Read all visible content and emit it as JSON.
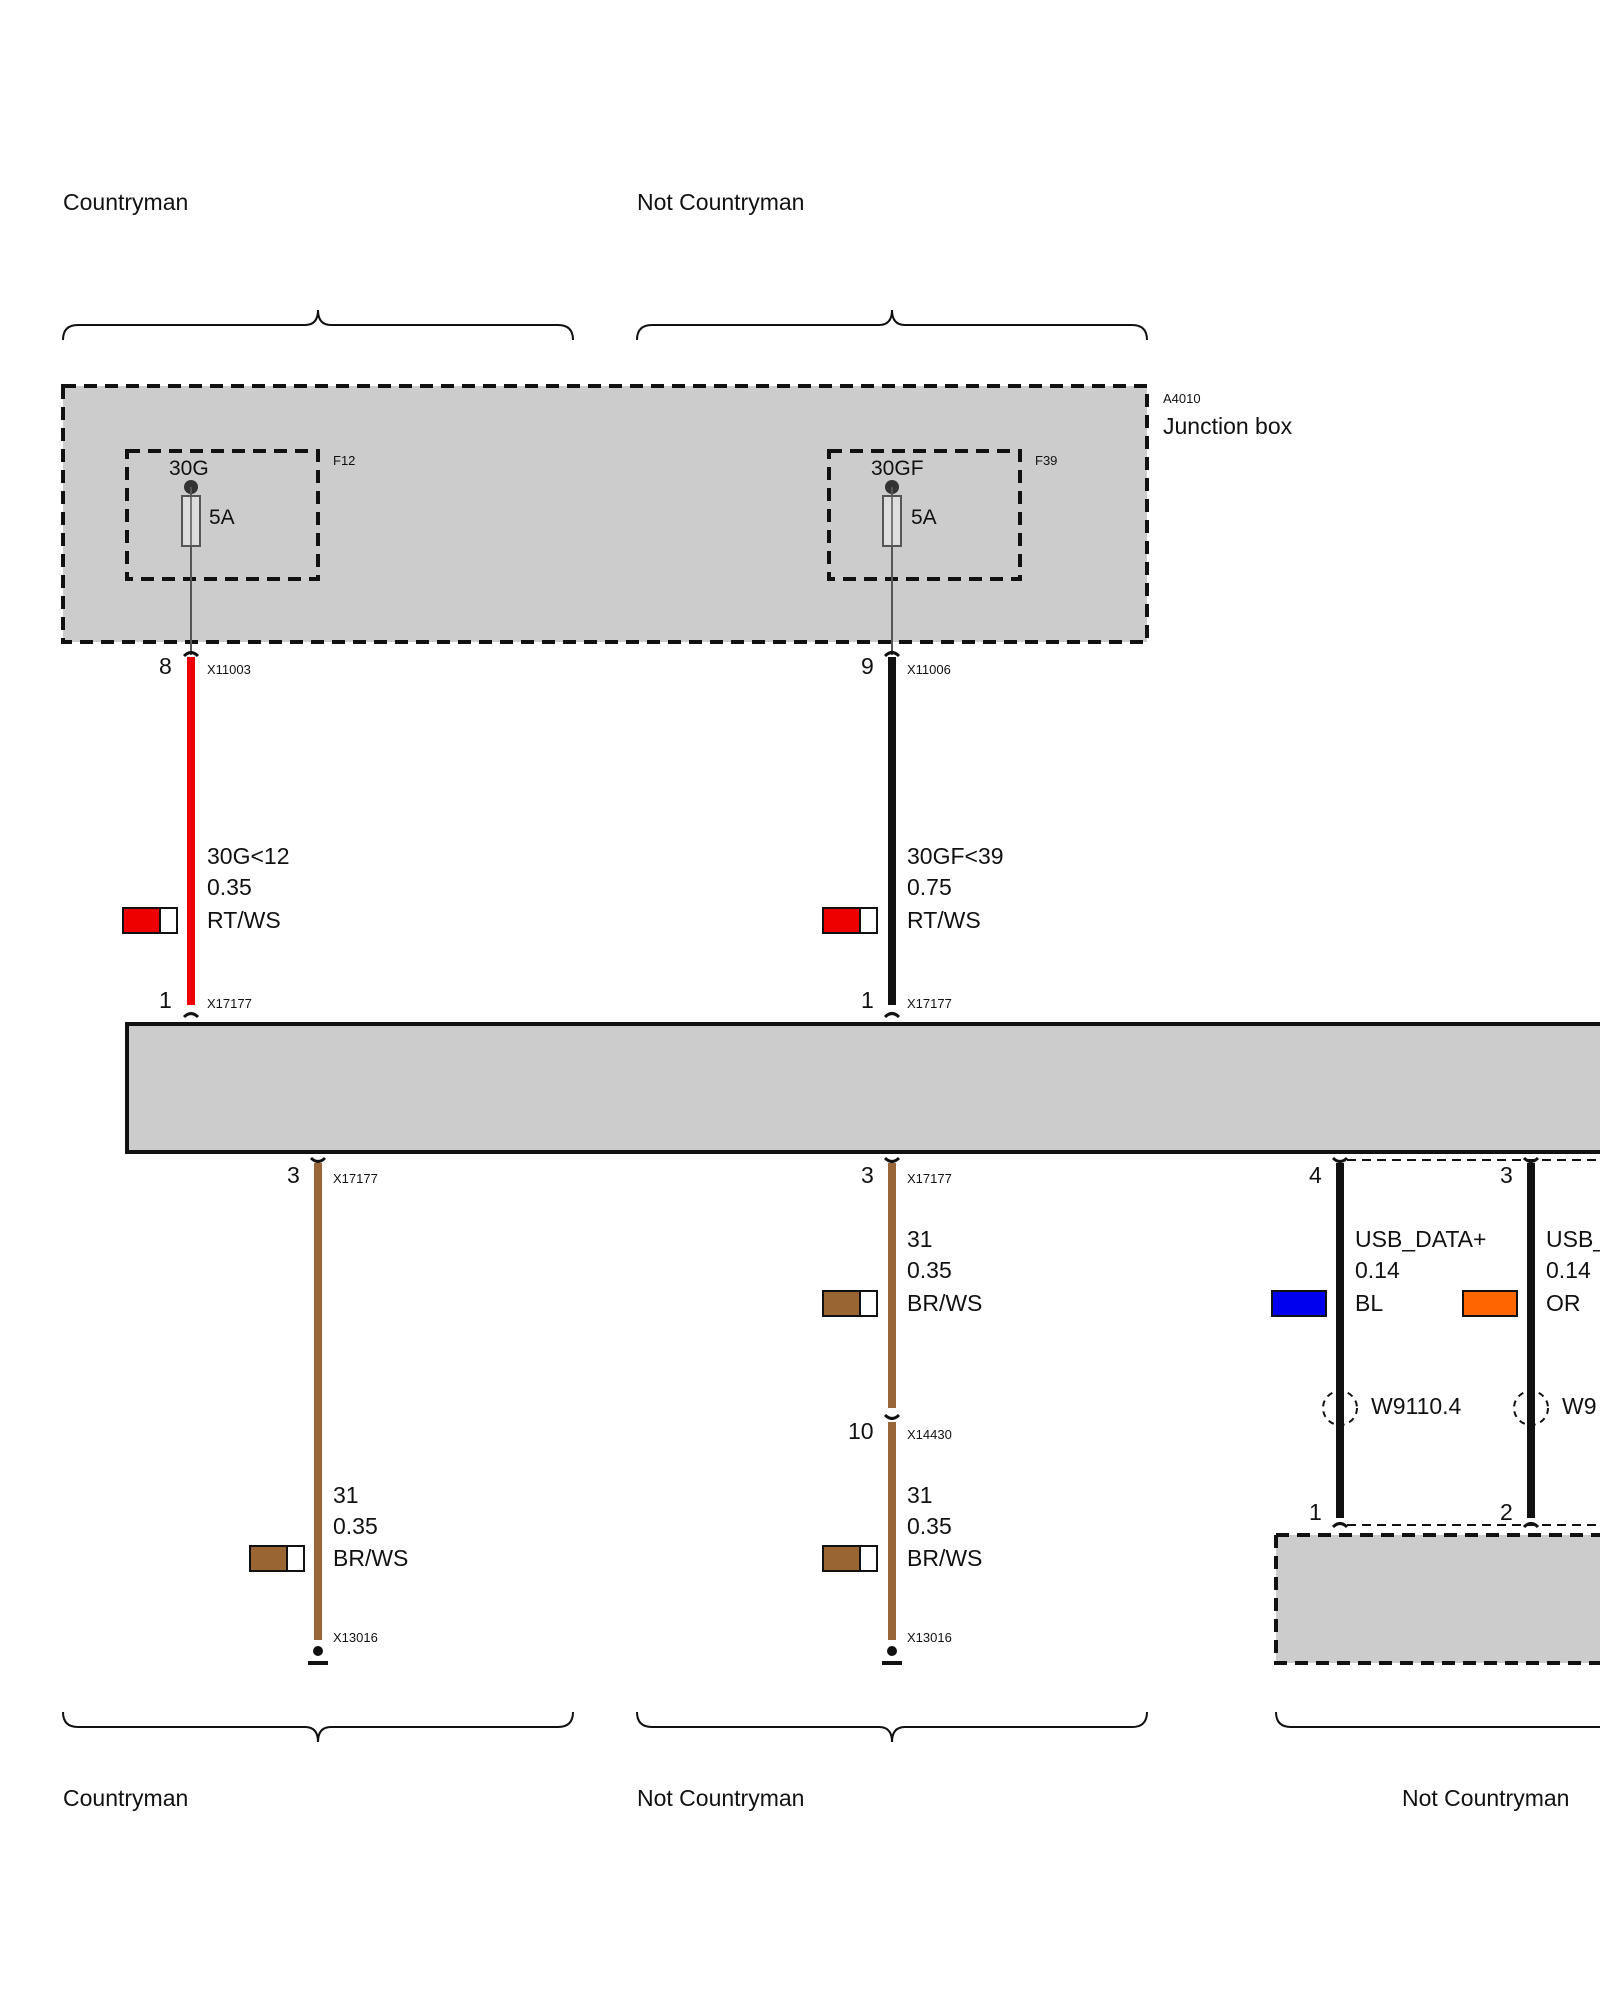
{
  "variants": {
    "top_left": "Countryman",
    "top_mid": "Not Countryman",
    "bottom_left": "Countryman",
    "bottom_mid": "Not Countryman",
    "bottom_right": "Not Countryman"
  },
  "junction_box": {
    "id": "A4010",
    "name": "Junction box",
    "fuses": [
      {
        "id": "F12",
        "terminal": "30G",
        "rating": "5A"
      },
      {
        "id": "F39",
        "terminal": "30GF",
        "rating": "5A"
      }
    ]
  },
  "pins": {
    "jb_left": {
      "pin": "8",
      "connector": "X11003"
    },
    "jb_mid": {
      "pin": "9",
      "connector": "X11006"
    },
    "mod_in_left": {
      "pin": "1",
      "connector": "X17177"
    },
    "mod_in_mid": {
      "pin": "1",
      "connector": "X17177"
    },
    "mod_out_left": {
      "pin": "3",
      "connector": "X17177"
    },
    "mod_out_mid": {
      "pin": "3",
      "connector": "X17177"
    },
    "mod_out_usb1": {
      "pin": "4"
    },
    "mod_out_usb2": {
      "pin": "3"
    },
    "inline_mid": {
      "pin": "10",
      "connector": "X14430"
    },
    "ground_left": {
      "connector": "X13016"
    },
    "ground_mid": {
      "connector": "X13016"
    },
    "usb_dest1": {
      "pin": "1"
    },
    "usb_dest2": {
      "pin": "2"
    }
  },
  "wires": {
    "w_30g": {
      "signal": "30G<12",
      "gauge": "0.35",
      "color_code": "RT/WS",
      "fill": "#ee0000",
      "stripe": "#ffffff"
    },
    "w_30gf": {
      "signal": "30GF<39",
      "gauge": "0.75",
      "color_code": "RT/WS",
      "fill": "#ee0000",
      "stripe": "#ffffff"
    },
    "w_gnd_left": {
      "signal": "31",
      "gauge": "0.35",
      "color_code": "BR/WS",
      "fill": "#996633",
      "stripe": "#ffffff"
    },
    "w_gnd_mid_a": {
      "signal": "31",
      "gauge": "0.35",
      "color_code": "BR/WS",
      "fill": "#996633",
      "stripe": "#ffffff"
    },
    "w_gnd_mid_b": {
      "signal": "31",
      "gauge": "0.35",
      "color_code": "BR/WS",
      "fill": "#996633",
      "stripe": "#ffffff"
    },
    "w_usb_plus": {
      "signal": "USB_DATA+",
      "gauge": "0.14",
      "color_code": "BL",
      "fill": "#0000ee"
    },
    "w_usb_minus": {
      "signal": "USB_",
      "gauge": "0.14",
      "color_code": "OR",
      "fill": "#ff6600"
    }
  },
  "twist_labels": {
    "t1": "W9110.4",
    "t2": "W9"
  },
  "colors": {
    "red_wire": "#ee0000",
    "black_wire": "#111111",
    "brown_wire": "#99663a",
    "component_fill": "#cccccc"
  }
}
